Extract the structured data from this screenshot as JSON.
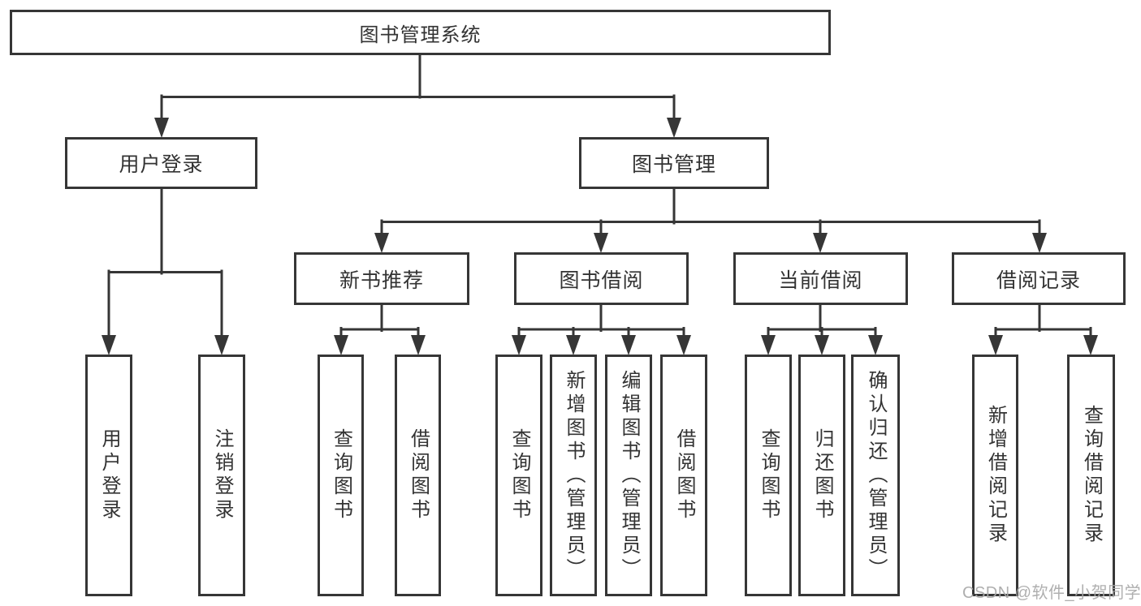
{
  "diagram": {
    "root": "图书管理系统",
    "branches": {
      "user_login": {
        "label": "用户登录",
        "children": [
          "用户登录",
          "注销登录"
        ]
      },
      "book_management": {
        "label": "图书管理",
        "sections": {
          "new_book_recommend": {
            "label": "新书推荐",
            "children": [
              "查询图书",
              "借阅图书"
            ]
          },
          "book_borrowing": {
            "label": "图书借阅",
            "children": [
              "查询图书",
              "新增图书（管理员）",
              "编辑图书（管理员）",
              "借阅图书"
            ]
          },
          "current_borrowing": {
            "label": "当前借阅",
            "children": [
              "查询图书",
              "归还图书",
              "确认归还（管理员）"
            ]
          },
          "borrowing_records": {
            "label": "借阅记录",
            "children": [
              "新增借阅记录",
              "查询借阅记录"
            ]
          }
        }
      }
    },
    "watermark": "CSDN @软件_小贺同学",
    "line_color": "#363636",
    "watermark_color": "#a8a8a8"
  }
}
